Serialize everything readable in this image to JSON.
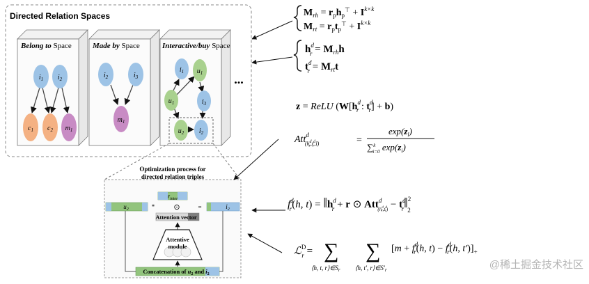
{
  "spaces": {
    "title": "Directed Relation Spaces",
    "ellipsis": "...",
    "panels": [
      {
        "title_italic": "Belong to",
        "title_rest": " Space"
      },
      {
        "title_italic": "Made by",
        "title_rest": " Space"
      },
      {
        "title_italic": "Interactive/buy",
        "title_rest": " Space"
      }
    ],
    "nodes": {
      "belong": [
        "i1",
        "i2",
        "c1",
        "c2",
        "m1"
      ],
      "made": [
        "i2",
        "i3",
        "m1"
      ],
      "interactive": [
        "i1",
        "u1",
        "u1",
        "i3",
        "u2",
        "i2"
      ]
    }
  },
  "optimization": {
    "title_line1": "Optimization process for",
    "title_line2": "directed relation triples",
    "r_label": "r",
    "r_sub": "inter",
    "odot": "⊙",
    "u2": "u",
    "i2": "i",
    "attention_vector": "Attention vector",
    "attentive_line1": "Attentive",
    "attentive_line2": "module",
    "concat_prefix": "Concatenation of ",
    "concat_mid": " and ",
    "asterisk": "*",
    "equals": "="
  },
  "equations": {
    "m_rh": "M_rh = r_p h_p^T + I^(k×k)",
    "m_rt": "M_rt = r_p t_p^T + I^(k×k)",
    "h_rd": "h_r^d = M_rh h",
    "t_rd": "t_r^d = M_rt t",
    "z": "z = ReLU(W[h_r^d : t_r^d] + b)",
    "att": "Att^d_(h_r^d, t_r^d, l) = exp(z_l) / Σ_(i=0)^k exp(z_i)",
    "score": "f_r^d(h,t) = || h_r^d + r ⊙ Att^d_(h_r^d, t_r^d) − t_r^d ||_2^2",
    "loss": "L_r^D = Σ_((h,t,r)∈S_r) Σ_((h,t',r)∈S'_r) [m + f_r^d(h,t) − f_r^d(h,t')]_+"
  },
  "watermark": "@稀土掘金技术社区",
  "colors": {
    "item_node": "#9dc3e6",
    "user_node": "#a9d18e",
    "category_node": "#f4b183",
    "maker_node": "#c88bc4",
    "bar_green": "#92c47d",
    "bar_blue": "#9dc3e6"
  }
}
